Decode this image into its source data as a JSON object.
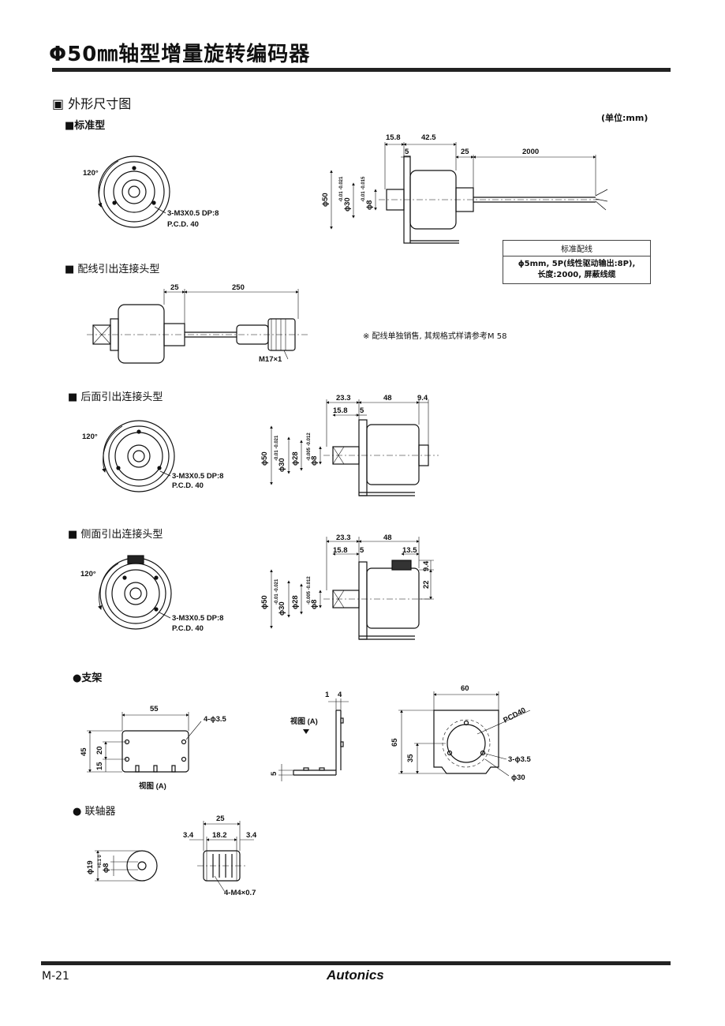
{
  "header": {
    "title": "Φ50㎜轴型增量旋转编码器"
  },
  "section": {
    "title": "▣ 外形尺寸图",
    "unit": "(单位:mm)"
  },
  "standard": {
    "label": "■标准型",
    "angle": "120°",
    "screw": "3-M3X0.5 DP:8",
    "pcd": "P.C.D. 40",
    "dims": {
      "d1": "15.8",
      "d2": "42.5",
      "d3": "5",
      "d4": "25",
      "d5": "2000",
      "phi50": "ϕ50",
      "phi30": "ϕ30",
      "tol30": "-0.01 -0.021",
      "phi8": "ϕ8",
      "tol8": "-0.01 -0.015"
    },
    "cable_box": {
      "header": "标准配线",
      "line1": "ϕ5mm, 5P(线性驱动输出:8P),",
      "line2": "长度:2000, 屏蔽线缆"
    }
  },
  "cable_connector": {
    "label": "■ 配线引出连接头型",
    "d1": "25",
    "d2": "250",
    "connector": "M17×1",
    "note": "※ 配线单独销售, 其规格式样请参考M 58"
  },
  "rear_connector": {
    "label": "■ 后面引出连接头型",
    "angle": "120°",
    "screw": "3-M3X0.5 DP:8",
    "pcd": "P.C.D. 40",
    "dims": {
      "a": "23.3",
      "b": "48",
      "c": "9.4",
      "d": "15.8",
      "e": "5",
      "phi50": "ϕ50",
      "phi30": "ϕ30",
      "tol30": "-0.01 -0.021",
      "phi28": "ϕ28",
      "phi8": "ϕ8",
      "tol8": "-0.005 -0.012"
    }
  },
  "side_connector": {
    "label": "■ 侧面引出连接头型",
    "angle": "120°",
    "screw": "3-M3X0.5 DP:8",
    "pcd": "P.C.D. 40",
    "dims": {
      "a": "23.3",
      "b": "48",
      "c": "15.8",
      "d": "5",
      "e": "13.5",
      "f": "9.4",
      "g": "22",
      "phi50": "ϕ50",
      "phi30": "ϕ30",
      "tol30": "-0.01 -0.021",
      "phi28": "ϕ28",
      "phi8": "ϕ8",
      "tol8": "-0.005 -0.012"
    }
  },
  "bracket": {
    "label": "●支架",
    "w55": "55",
    "hole": "4-ϕ3.5",
    "h45": "45",
    "h20": "20",
    "h15": "15",
    "view_a": "视图 (A)",
    "view_a2": "视图 (A)",
    "t1": "1",
    "t4": "4",
    "t5": "5",
    "w60": "60",
    "h65": "65",
    "h35": "35",
    "pcd40": "PCD40",
    "hole3": "3-ϕ3.5",
    "phi30": "ϕ30"
  },
  "coupling": {
    "label": "● 联轴器",
    "w25": "25",
    "w34a": "3.4",
    "w182": "18.2",
    "w34b": "3.4",
    "phi19": "ϕ19",
    "phi8": "ϕ8",
    "tol": "+0.1 0",
    "screw": "4-M4×0.7"
  },
  "footer": {
    "page": "M-21",
    "brand": "Autonics"
  }
}
